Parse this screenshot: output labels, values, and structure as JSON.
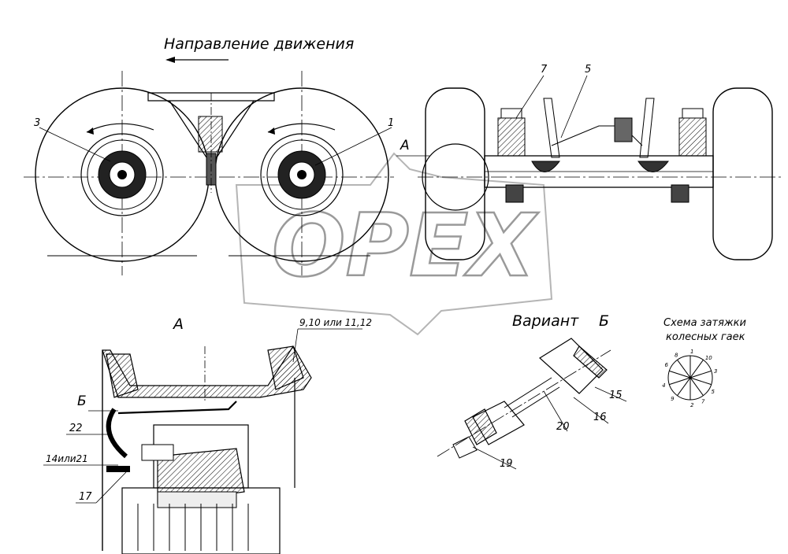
{
  "title": "Направление движения",
  "watermark": "OPEX",
  "callouts": {
    "c1": "1",
    "c3": "3",
    "c5": "5",
    "c7": "7",
    "cA": "A",
    "c15": "15",
    "c16": "16",
    "c17": "17",
    "c19": "19",
    "c20": "20",
    "c22": "22",
    "c1421": "14или21",
    "c912": "9,10 или 11,12"
  },
  "views": {
    "view_a": "А",
    "view_b": "Б",
    "variant_label": "Вариант",
    "variant_letter": "Б"
  },
  "scheme": {
    "title_line1": "Схема затяжки",
    "title_line2": "колесных гаек",
    "nums": [
      "1",
      "2",
      "3",
      "4",
      "5",
      "6",
      "7",
      "8",
      "9",
      "10"
    ]
  }
}
